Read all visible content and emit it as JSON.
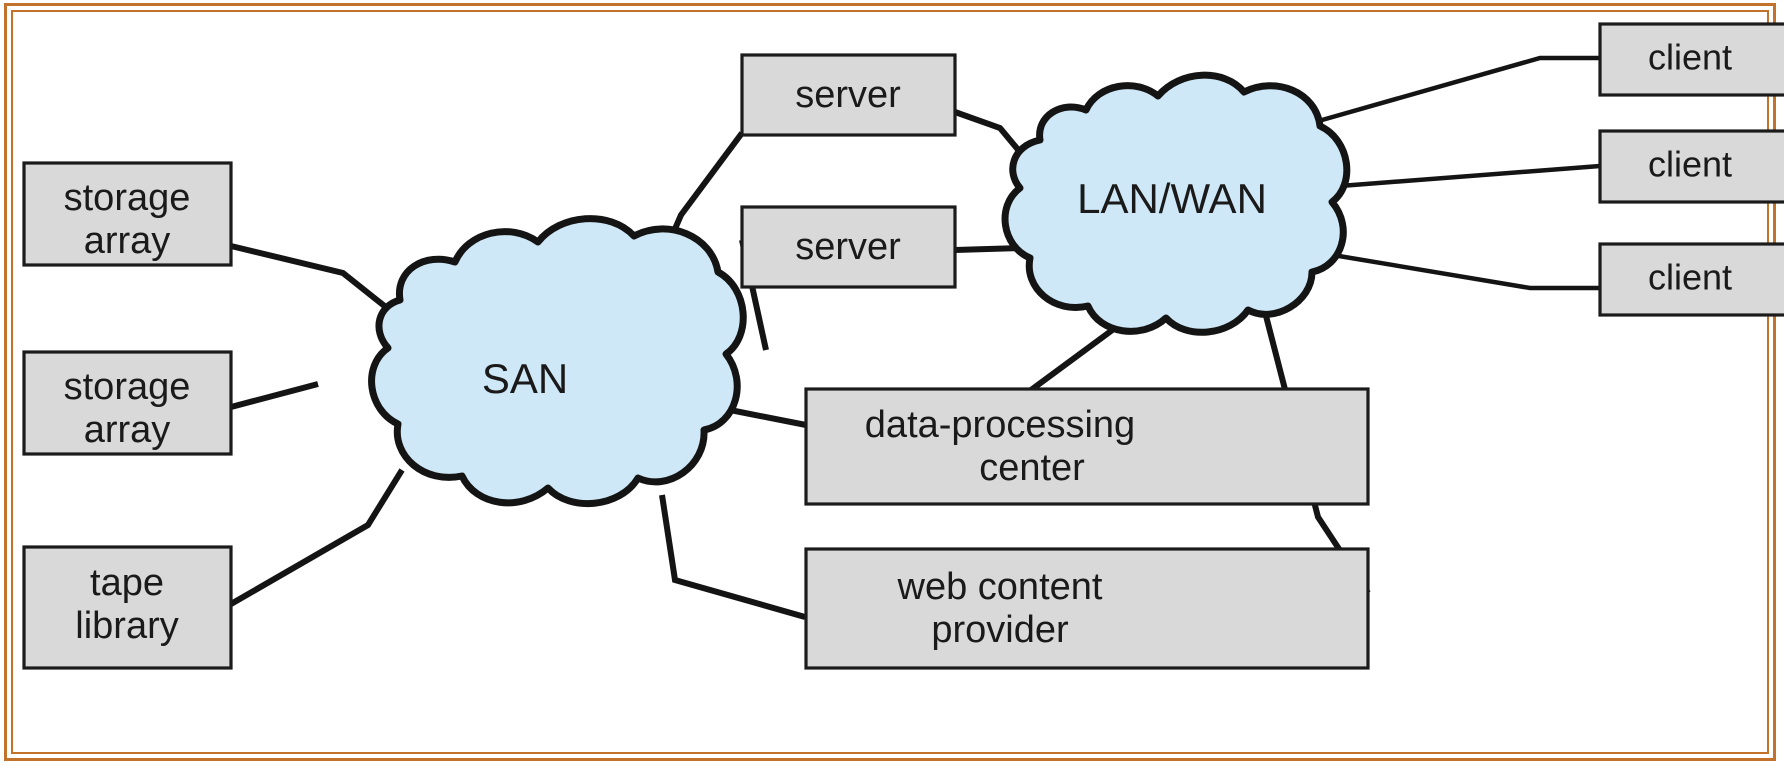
{
  "figure": {
    "type": "network-topology-diagram",
    "frame_color": "#c2722a",
    "cloud_fill": "#cfe8f7",
    "box_fill": "#d9d9d9",
    "line_color": "#141414"
  },
  "clouds": [
    {
      "id": "san",
      "label": "SAN"
    },
    {
      "id": "lanwan",
      "label": "LAN/WAN"
    }
  ],
  "nodes": {
    "storage_array_1": {
      "line1": "storage",
      "line2": "array"
    },
    "storage_array_2": {
      "line1": "storage",
      "line2": "array"
    },
    "tape_library": {
      "line1": "tape",
      "line2": "library"
    },
    "server_1": {
      "line1": "server"
    },
    "server_2": {
      "line1": "server"
    },
    "data_processing_center": {
      "line1": "data-processing",
      "line2": "center"
    },
    "web_content_provider": {
      "line1": "web content",
      "line2": "provider"
    },
    "client_1": {
      "line1": "client"
    },
    "client_2": {
      "line1": "client"
    },
    "client_3": {
      "line1": "client"
    }
  },
  "connections": [
    {
      "from": "storage_array_1",
      "to": "san"
    },
    {
      "from": "storage_array_2",
      "to": "san"
    },
    {
      "from": "tape_library",
      "to": "san"
    },
    {
      "from": "san",
      "to": "server_1"
    },
    {
      "from": "san",
      "to": "server_2"
    },
    {
      "from": "san",
      "to": "data_processing_center"
    },
    {
      "from": "san",
      "to": "web_content_provider"
    },
    {
      "from": "server_1",
      "to": "lanwan"
    },
    {
      "from": "server_2",
      "to": "lanwan"
    },
    {
      "from": "lanwan",
      "to": "client_1"
    },
    {
      "from": "lanwan",
      "to": "client_2"
    },
    {
      "from": "lanwan",
      "to": "client_3"
    },
    {
      "from": "lanwan",
      "to": "data_processing_center"
    },
    {
      "from": "lanwan",
      "to": "web_content_provider"
    }
  ]
}
